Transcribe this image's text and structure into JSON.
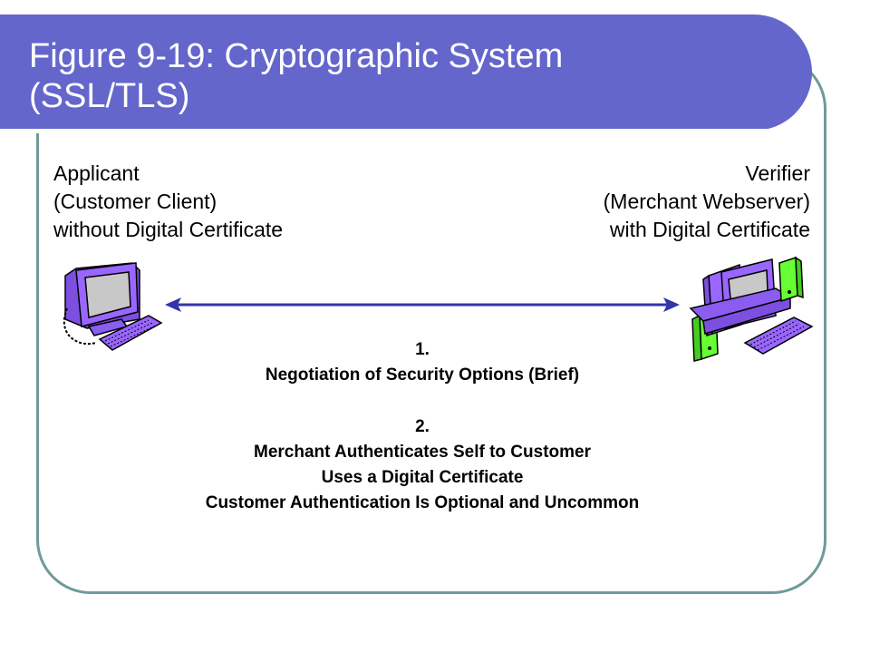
{
  "slide": {
    "title_lines": [
      "Figure 9-19: Cryptographic System",
      "(SSL/TLS)"
    ]
  },
  "applicant": {
    "lines": [
      "Applicant",
      "(Customer Client)",
      "without Digital Certificate"
    ]
  },
  "verifier": {
    "lines": [
      "Verifier",
      "(Merchant Webserver)",
      "with Digital Certificate"
    ]
  },
  "steps": [
    {
      "number": "1.",
      "lines": [
        "Negotiation of Security Options (Brief)"
      ]
    },
    {
      "number": "2.",
      "lines": [
        "Merchant Authenticates Self to Customer",
        "Uses a Digital Certificate",
        "Customer Authentication Is Optional and Uncommon"
      ]
    }
  ],
  "colors": {
    "title_bar": "#6466cc",
    "frame": "#6f9a9a",
    "arrow": "#3333aa",
    "computer": "#9966ff",
    "server_accent": "#66ff33"
  },
  "icons": {
    "client": "desktop-computer-icon",
    "server": "server-computer-icon"
  }
}
